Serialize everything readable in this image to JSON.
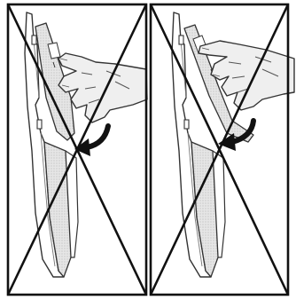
{
  "figure": {
    "panel_count": 2,
    "marking": "cross-out",
    "colors": {
      "frame": "#111111",
      "line_art": "#333333",
      "part_fill": "#e4e4e4",
      "part_shade": "#c9c9c9",
      "skin_fill": "#ededed",
      "arrow": "#111111",
      "background": "#ffffff"
    },
    "panels": [
      {
        "id": "panel-1",
        "depicts": "hand-bending-part",
        "crossed_out": true,
        "rotation_arrow": "clockwise-down"
      },
      {
        "id": "panel-2",
        "depicts": "hand-bending-part",
        "crossed_out": true,
        "rotation_arrow": "clockwise-down"
      }
    ]
  }
}
